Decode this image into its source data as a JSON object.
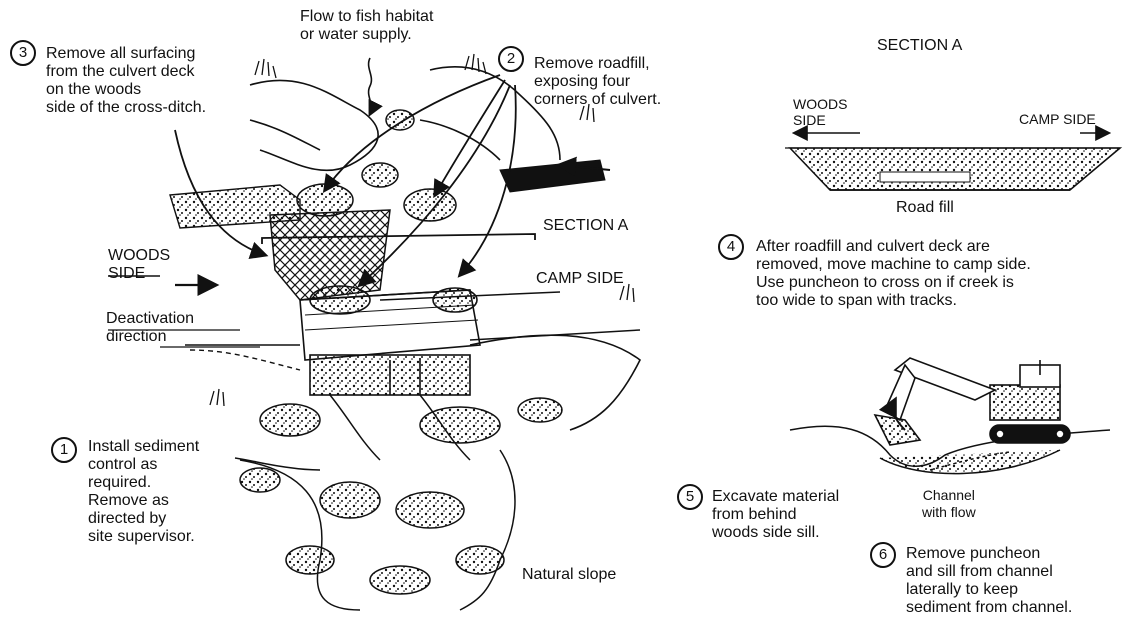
{
  "labels": {
    "flow": "Flow to fish habitat\nor water supply.",
    "section_a_main": "SECTION A",
    "woods_side_main": "WOODS\nSIDE",
    "camp_side_main": "CAMP SIDE",
    "deactivation": "Deactivation\ndirection",
    "natural_slope": "Natural slope",
    "section_a_inset": "SECTION A",
    "woods_side_inset": "WOODS\nSIDE",
    "camp_side_inset": "CAMP SIDE",
    "road_fill": "Road fill",
    "channel": "Channel\nwith flow"
  },
  "steps": [
    {
      "number": "1",
      "text": "Install sediment\ncontrol as\nrequired.\nRemove as\ndirected by\nsite supervisor."
    },
    {
      "number": "2",
      "text": "Remove roadfill,\nexposing four\ncorners of culvert."
    },
    {
      "number": "3",
      "text": "Remove all surfacing\nfrom the culvert deck\non the woods\nside of the cross-ditch."
    },
    {
      "number": "4",
      "text": "After roadfill and culvert deck are\nremoved, move machine to camp side.\nUse puncheon to cross on if creek is\ntoo wide to span with tracks."
    },
    {
      "number": "5",
      "text": "Excavate material\nfrom behind\nwoods side sill."
    },
    {
      "number": "6",
      "text": "Remove puncheon\nand sill from channel\nlaterally to keep\nsediment from channel."
    }
  ],
  "colors": {
    "ink": "#111111",
    "background": "#ffffff"
  }
}
